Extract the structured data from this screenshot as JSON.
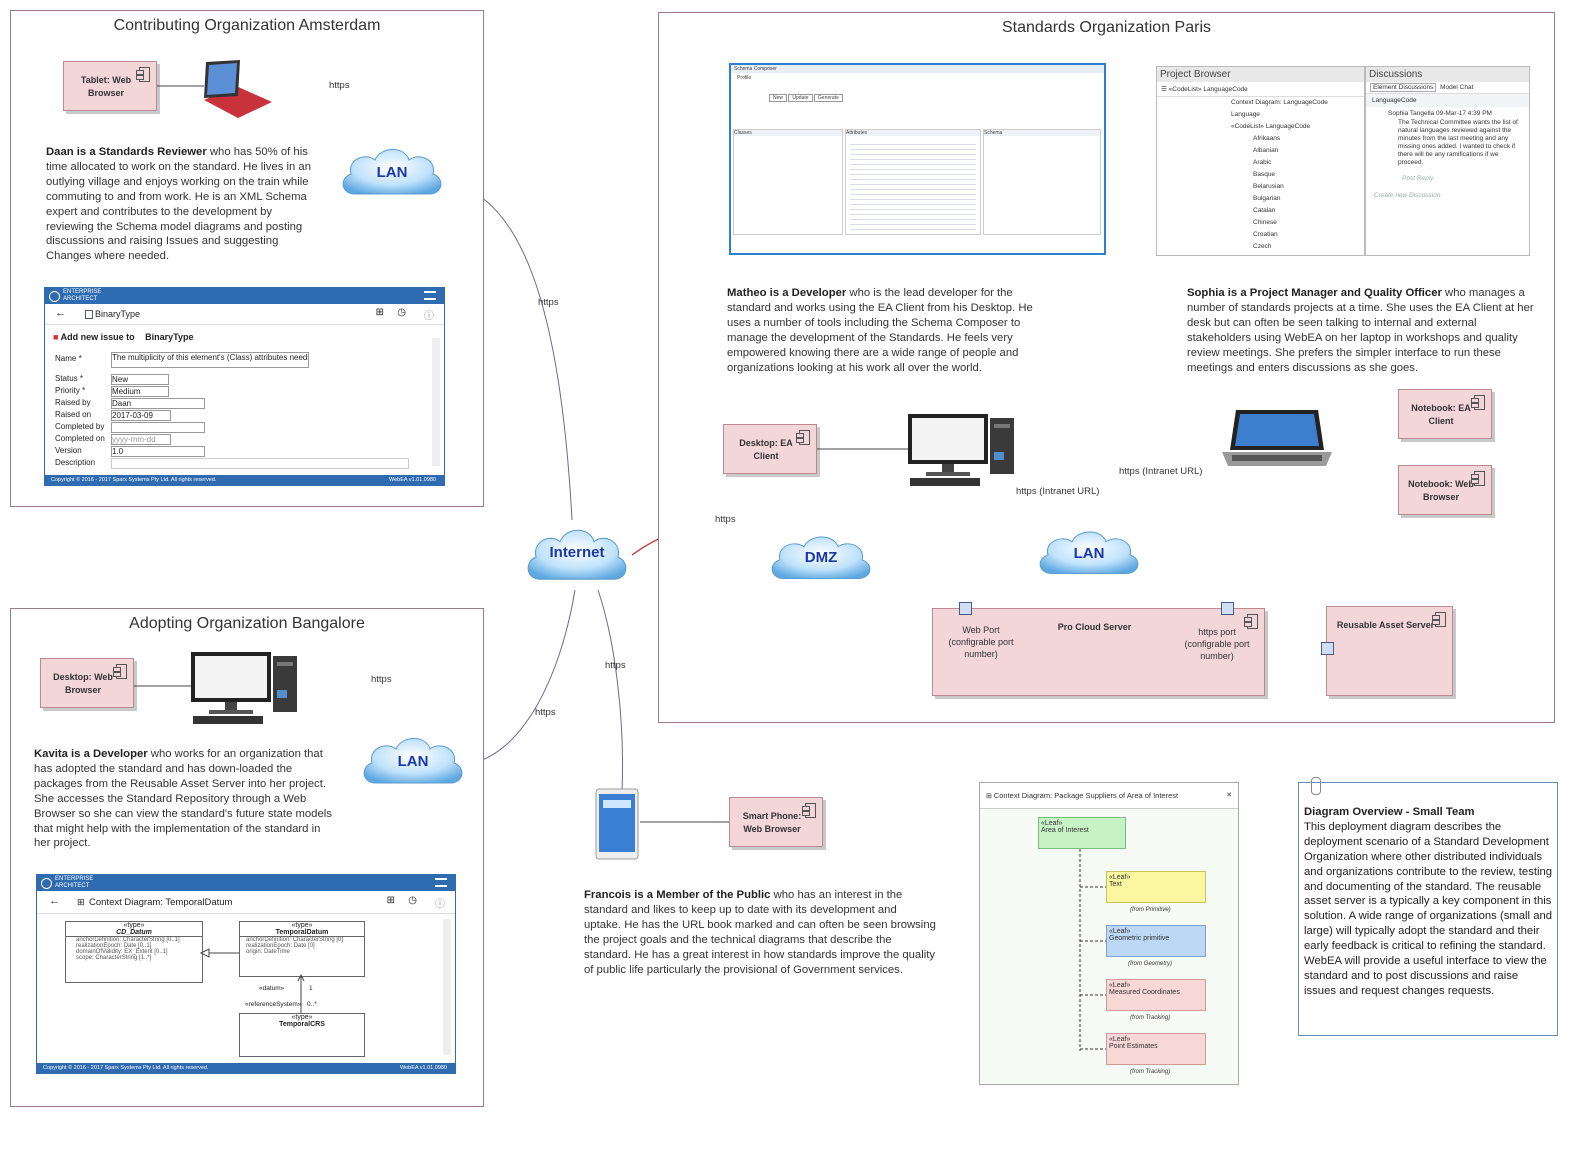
{
  "regions": {
    "amsterdam": "Contributing Organization Amsterdam",
    "paris": "Standards Organization Paris",
    "bangalore": "Adopting Organization Bangalore"
  },
  "clouds": {
    "lan_amsterdam": "LAN",
    "internet": "Internet",
    "dmz": "DMZ",
    "lan_paris": "LAN",
    "lan_bangalore": "LAN"
  },
  "components": {
    "tablet": "Tablet: Web Browser",
    "desktop_ea": "Desktop: EA Client",
    "notebook_ea": "Notebook: EA Client",
    "notebook_web": "Notebook: Web Browser",
    "pro_cloud": "Pro Cloud Server",
    "reusable": "Reusable Asset Server",
    "desktop_web": "Desktop: Web Browser",
    "smartphone": "Smart Phone: Web Browser"
  },
  "ports": {
    "web_port": "Web Port (configrable port number)",
    "https_port": "https port (configrable port number)"
  },
  "edges": {
    "amsterdam_https": "https",
    "amsterdam_internet": "https",
    "dmz_https": "https",
    "intranet_desktop": "https (Intranet URL)",
    "intranet_notebook": "https (Intranet URL)",
    "bangalore_https": "https",
    "bangalore_internet": "https",
    "phone_https": "https"
  },
  "people": {
    "daan_name": "Daan is a Standards Reviewer",
    "daan_text": " who has 50% of his time allocated to work on the standard. He lives in an outlying village and enjoys working on the train while commuting to and from work. He is an XML Schema expert and contributes to the development by reviewing the Schema model diagrams and posting discussions and raising Issues and suggesting Changes where needed.",
    "matheo_name": "Matheo is a Developer",
    "matheo_text": " who is the lead developer for the standard and works using the EA Client from his Desktop. He uses a number of tools including the Schema Composer to manage the development of the Standards. He feels very empowered knowing there are a wide range of people and organizations looking at his work all over the world.",
    "sophia_name": "Sophia is a Project Manager and Quality Officer",
    "sophia_text": " who manages a number of standards projects at a time. She uses the EA Client at her desk but can often be seen talking to internal and external stakeholders using WebEA on her laptop in workshops and quality review meetings.  She prefers the simpler interface to run these meetings and enters discussions as she goes.",
    "kavita_name": "Kavita is a Developer",
    "kavita_text": " who works for an organization that has adopted the standard and has down-loaded the packages from the Reusable Asset Server into her project. She accesses the Standard Repository through a Web Browser so she can view the standard's future state models that might help with the implementation of the standard in her project.",
    "francois_name": "Francois is a Member of the Public",
    "francois_text": " who has an interest in the standard and likes to keep up to date with its development and uptake. He has the URL book marked and can often be seen browsing the project goals and the technical diagrams that describe the standard. He has a great interest in how standards improve the quality of public life particularly the provisional of Government services."
  },
  "note": {
    "title": "Diagram Overview - Small Team",
    "text": "This deployment diagram describes the deployment scenario of a Standard Development Organization where other distributed individuals and organizations contribute to the review, testing and documenting of the standard. The reusable asset server is a typically a key component in this solution. A wide range of organizations (small and large) will typically adopt the standard and their early feedback is critical to refining the standard. WebEA will provide a useful interface to view the standard and to post discussions and raise issues and request changes requests."
  },
  "webea1": {
    "brand1": "ENTERPRISE",
    "brand2": "ARCHITECT",
    "element": "BinaryType",
    "heading": "Add new issue to",
    "heading_target": "BinaryType",
    "fields": [
      "Name *",
      "Status *",
      "Priority *",
      "Raised by",
      "Raised on",
      "Completed by",
      "Completed on",
      "Version",
      "Description"
    ],
    "values": [
      "The multiplicity of this element's (Class) attributes needs",
      "New",
      "Medium",
      "Daan",
      "2017-03-09",
      "",
      "yyyy-mm-dd",
      "1.0",
      ""
    ],
    "footer_left": "Copyright © 2016 - 2017 Sparx Systems Pty Ltd. All rights reserved.",
    "footer_right": "WebEA v1.01.0980"
  },
  "webea2": {
    "brand1": "ENTERPRISE",
    "brand2": "ARCHITECT",
    "title": "Context Diagram: TemporalDatum",
    "c1_stereo": "«type»",
    "c1_name": "CD_Datum",
    "c1_attrs": [
      "anchorDefinition: CharacterString [0..1]",
      "realizationEpoch: Date [0..1]",
      "domainOfValidity: EX_Extent [0..1]",
      "scope: CharacterString [1..*]"
    ],
    "c2_stereo": "«type»",
    "c2_name": "TemporalDatum",
    "c2_attrs": [
      "anchorDefinition: CharacterString [0]",
      "realizationEpoch: Date [0]",
      "origin: DateTime"
    ],
    "c3_stereo": "«type»",
    "c3_name": "TemporalCRS",
    "datum_label": "«datum»",
    "ref_label": "«referenceSystem»",
    "mult_1": "1",
    "mult_0": "0..*",
    "footer_left": "Copyright © 2016 - 2017 Sparx Systems Pty Ltd. All rights reserved.",
    "footer_right": "WebEA v1.01.0980"
  },
  "project_browser": {
    "title": "Project Browser",
    "root": "«CodeList» LanguageCode",
    "items": [
      "Context Diagram: LanguageCode",
      "Language",
      "«CodeList» LanguageCode",
      "Afrikaans",
      "Albanian",
      "Arabic",
      "Basque",
      "Belarusian",
      "Bulgarian",
      "Catalan",
      "Chinese",
      "Croatian",
      "Czech"
    ]
  },
  "discussions": {
    "title": "Discussions",
    "tab1": "Element Discussions",
    "tab2": "Model Chat",
    "subject": "LanguageCode",
    "author": "Sophia Tangella",
    "date": "09-Mar-17 4:39 PM",
    "body": "The Technical Committee wants the list of natural languages reviewed against the minutes from the last meeting and any missing ones added. I wanted to check if there will be any ramifications if we proceed.",
    "post_reply": "Post Reply",
    "create": "Create new Discussion"
  },
  "schema_composer": {
    "title": "Schema Composer",
    "profile": "Profile",
    "classes": "Classes",
    "attributes": "Attributes",
    "schema": "Schema",
    "buttons": [
      "New",
      "Update",
      "Generate"
    ]
  },
  "context_diagram": {
    "title": "Context Diagram: Package Suppliers of Area of Interest",
    "leaf": "«Leaf»",
    "items": [
      "Area of Interest",
      "Text",
      "Geometric primitive",
      "Measured Coordinates",
      "Point Estimates"
    ],
    "froms": [
      "(from Primitive)",
      "(from  Geometry)",
      "(from Tracking)",
      "(from Tracking)"
    ]
  },
  "colors": {
    "component_fill": "#f2d6d8",
    "region_border": "#9a7b86",
    "cloud_text": "#1b37a8",
    "dmz_line": "#c0292b"
  }
}
